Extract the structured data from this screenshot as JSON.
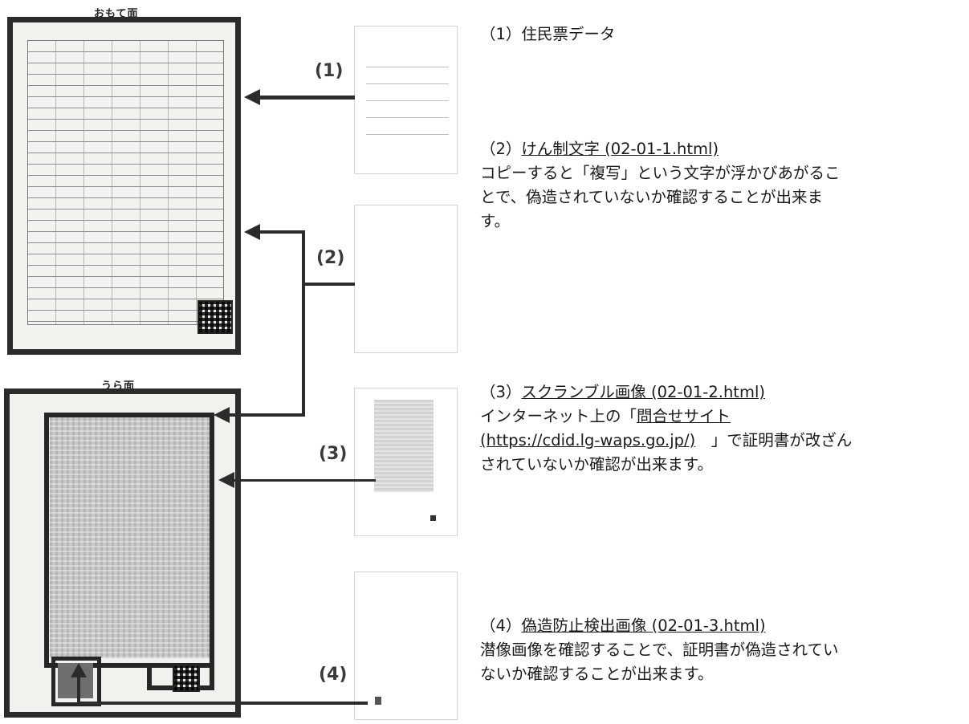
{
  "front_label": "おもて面",
  "back_label": "うら面",
  "markers": [
    "(1)",
    "(2)",
    "(3)",
    "(4)"
  ],
  "items": [
    {
      "head_prefix": "（1）住民票データ",
      "head_link": "",
      "body": ""
    },
    {
      "head_prefix": "（2）",
      "head_link": "けん制文字 (02-01-1.html)",
      "body": "コピーすると「複写」という文字が浮かびあがるこ\nとで、偽造されていないか確認することが出来ま\nす。"
    },
    {
      "head_prefix": "（3）",
      "head_link": "スクランブル画像 (02-01-2.html)",
      "body_before": "インターネット上の「",
      "body_link1": "問合せサイト",
      "body_link2": "(https://cdid.lg-waps.go.jp/)",
      "body_after": "　」で証明書が改ざん",
      "body_line3": "されていないか確認が出来ます。"
    },
    {
      "head_prefix": "（4）",
      "head_link": "偽造防止検出画像 (02-01-3.html)",
      "body": "潜像画像を確認することで、証明書が偽造されてい\nないか確認することが出来ます。"
    }
  ],
  "colors": {
    "frame": "#2b2b2b",
    "text": "#1a1a1a",
    "marker": "#3a3a3a"
  }
}
